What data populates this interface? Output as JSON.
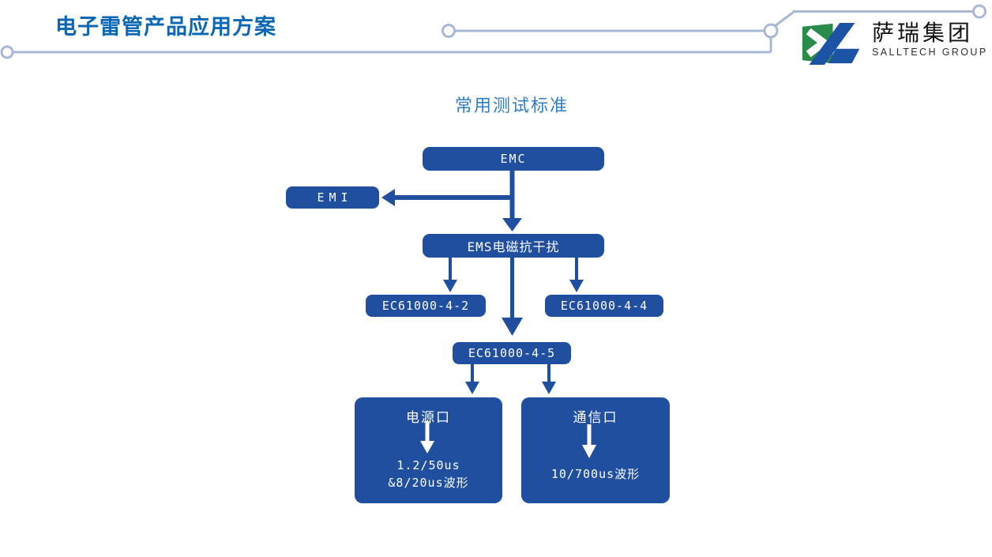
{
  "header": {
    "title": "电子雷管产品应用方案",
    "logo": {
      "company": "萨瑞集团",
      "group": "SALLTECH GROUP"
    }
  },
  "diagram": {
    "heading": "常用测试标准",
    "nodes": {
      "emc": "EMC",
      "emi": "EMI",
      "ems": "EMS电磁抗干扰",
      "ec61000_4_2": "EC61000-4-2",
      "ec61000_4_4": "EC61000-4-4",
      "ec61000_4_5": "EC61000-4-5",
      "power_port": {
        "title": "电源口",
        "lines": [
          "1.2/50us",
          "&8/20us波形"
        ]
      },
      "comm_port": {
        "title": "通信口",
        "lines": [
          "10/700us波形"
        ]
      }
    }
  },
  "colors": {
    "node_blue": "#1f4f9e",
    "title_blue": "#0b66b4",
    "heading_blue": "#2e7ec3",
    "deco_line": "#a9b7d6",
    "logo_green": "#2a8c4a",
    "logo_blue": "#1c53a5",
    "node_text": "#ffffff",
    "background": "#ffffff"
  }
}
